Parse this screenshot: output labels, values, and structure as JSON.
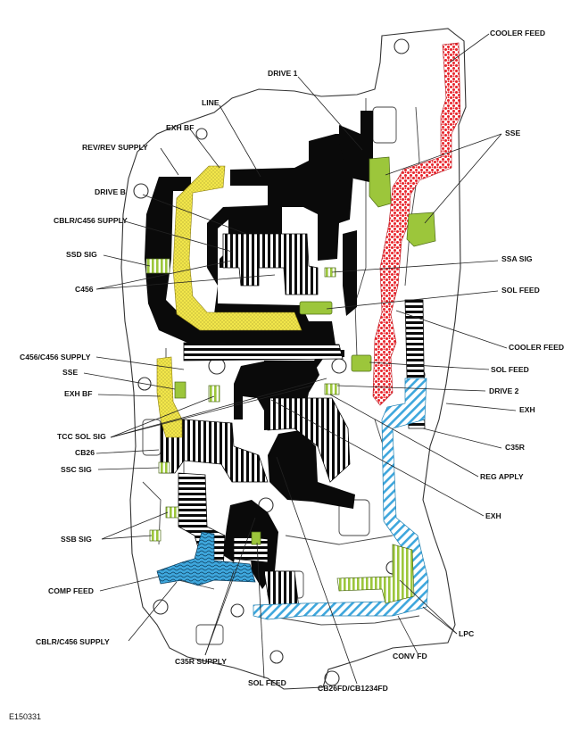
{
  "figure_id": "E150331",
  "colors": {
    "line": "#0a0a0a",
    "cooler_feed": "#e8242b",
    "exh_bf": "#f2e64a",
    "sol_feed": "#9cc63b",
    "comp_feed": "#3ea7dd",
    "conv_fd": "#3ea7dd",
    "outline": "#333333"
  },
  "labels": {
    "cooler_feed_top": "COOLER FEED",
    "drive_1": "DRIVE 1",
    "sse_right": "SSE",
    "line": "LINE",
    "exh_bf_top": "EXH BF",
    "rev_rev_supply": "REV/REV SUPPLY",
    "drive_b": "DRIVE B",
    "cblr_c456_supply_top": "CBLR/C456 SUPPLY",
    "ssd_sig": "SSD SIG",
    "ssa_sig": "SSA SIG",
    "c456": "C456",
    "sol_feed_right_1": "SOL FEED",
    "cooler_feed_mid": "COOLER FEED",
    "c456_c456_supply": "C456/C456 SUPPLY",
    "sol_feed_right_2": "SOL FEED",
    "sse_left": "SSE",
    "drive_2": "DRIVE 2",
    "exh_bf_left": "EXH BF",
    "exh_right": "EXH",
    "tcc_sol_sig": "TCC SOL SIG",
    "c35r": "C35R",
    "cb26": "CB26",
    "reg_apply": "REG APPLY",
    "ssc_sig": "SSC SIG",
    "exh_lower": "EXH",
    "ssb_sig": "SSB SIG",
    "comp_feed": "COMP FEED",
    "lpc": "LPC",
    "cblr_c456_supply_bottom": "CBLR/C456 SUPPLY",
    "conv_fd": "CONV FD",
    "c35r_supply": "C35R SUPPLY",
    "sol_feed_bottom": "SOL FEED",
    "cb26fd_cb1234fd": "CB26FD/CB1234FD"
  }
}
